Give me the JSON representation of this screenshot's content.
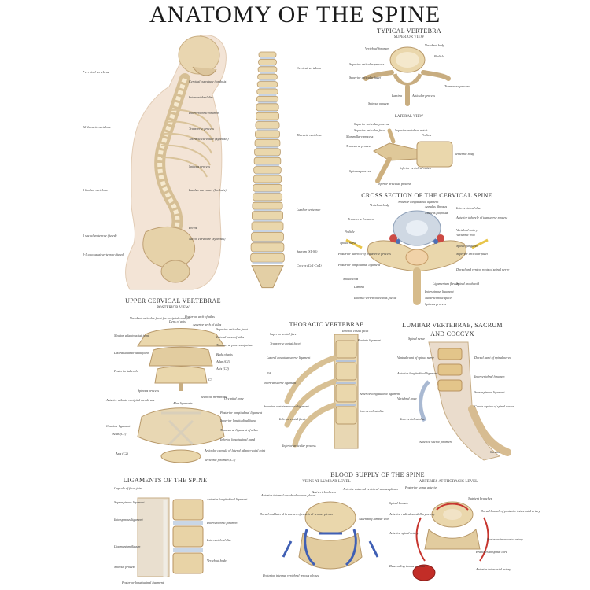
{
  "title": "ANATOMY OF THE SPINE",
  "typical": {
    "heading": "TYPICAL VERTEBRA",
    "superior": "SUPERIOR VIEW",
    "lateral": "LATERAL VIEW",
    "sup_labels": [
      "Vertebral foramen",
      "Vertebral body",
      "Pedicle",
      "Superior articular process",
      "Transverse process",
      "Lamina",
      "Superior articular facet",
      "Articular process",
      "Spinous process"
    ],
    "lat_labels": [
      "Superior articular process",
      "Superior articular facet",
      "Mammillary process",
      "Transverse process",
      "Superior vertebral notch",
      "Pedicle",
      "Vertebral body",
      "Spinous process",
      "Inferior vertebral notch",
      "Inferior articular process"
    ]
  },
  "lateral_spine": {
    "left_labels": [
      "7 cervical vertebrae",
      "12 thoracic vertebrae",
      "5 lumbar vertebrae",
      "5 sacral vertebrae (fused)",
      "3-5 coccygeal vertebrae (fused)"
    ],
    "right_labels": [
      "Cervical curvature (lordosis)",
      "Intervertebral disc",
      "Intervertebral foramen",
      "Transverse process",
      "Thoracic curvature (kyphosis)",
      "Spinous process",
      "Lumbar curvature (lordosis)",
      "Pelvis",
      "Sacral curvature (kyphosis)"
    ]
  },
  "anterior_spine": {
    "labels": [
      "Cervical vertebrae",
      "Thoracic vertebrae",
      "Lumbar vertebrae",
      "Sacrum (S1-S5)",
      "Coccyx (Co1-Co4)"
    ]
  },
  "cross_section": {
    "heading": "CROSS SECTION OF THE CERVICAL SPINE",
    "labels": [
      "Vertebral body",
      "Anterior longitudinal ligament",
      "Annulus fibrosus",
      "Nucleus pulposus",
      "Intervertebral disc",
      "Transverse foramen",
      "Anterior tubercle of transverse process",
      "Vertebral artery",
      "Vertebral vein",
      "Pedicle",
      "Spinal nerve",
      "Spinal ganglion",
      "Posterior tubercle of transverse process",
      "Posterior longitudinal ligament",
      "Superior articular facet",
      "Spinal cord",
      "Dorsal and ventral roots of spinal nerve",
      "Lamina",
      "Ligamentum flavum",
      "Spinal arachnoid",
      "Interspinous ligament",
      "Spinous process",
      "Subarachnoid space",
      "Internal vertebral venous plexus"
    ]
  },
  "upper_cervical": {
    "heading": "UPPER CERVICAL VERTEBRAE",
    "sub": "POSTERIOR VIEW",
    "labels": [
      "Vertebral articular facet for occipital condyle",
      "Posterior arch of atlas",
      "Median atlanto-axial joint",
      "Lateral atlanto-axial joint",
      "Posterior tubercle",
      "Spinous process",
      "Dens of axis",
      "Anterior arch of atlas",
      "Superior articular facet",
      "Lateral mass of atlas",
      "Transverse process of atlas",
      "Body of axis",
      "Atlas (C1)",
      "Axis (C2)",
      "C3",
      "Alar ligaments",
      "Anterior atlanto-occipital membrane",
      "Atlas (C1)",
      "Axis (C2)",
      "Cruciate ligament",
      "Tectorial membrane",
      "Posterior longitudinal ligament",
      "Superior longitudinal band",
      "Transverse ligament of atlas",
      "Inferior longitudinal band",
      "Articular capsule of lateral atlanto-axial joint",
      "Occipital bone",
      "Vertebral foramen (C3)"
    ]
  },
  "thoracic": {
    "heading": "THORACIC VERTEBRAE",
    "labels": [
      "Superior costal facet",
      "Transverse costal facet",
      "Inferior costal facet",
      "Radiate ligament",
      "Lateral costotransverse ligament",
      "Rib",
      "Intertransverse ligament",
      "Superior costotransverse ligament",
      "Anterior longitudinal ligament",
      "Intervertebral disc",
      "Inferior costal facet",
      "Inferior articular process"
    ]
  },
  "lumbar": {
    "heading": "LUMBAR VERTEBRAE, SACRUM AND COCCYX",
    "labels": [
      "Spinal nerve",
      "Ventral rami of spinal nerve",
      "Anterior longitudinal ligament",
      "Vertebral body",
      "Intervertebral disc",
      "Dorsal rami of spinal nerve",
      "Intervertebral foramen",
      "Supraspinous ligament",
      "Cauda equina of spinal nerves",
      "Anterior sacral foramen",
      "Sacrum"
    ]
  },
  "ligaments": {
    "heading": "LIGAMENTS OF THE SPINE",
    "labels": [
      "Capsule of facet joint",
      "Supraspinous ligament",
      "Interspinous ligament",
      "Ligamentum flavum",
      "Spinous process",
      "Posterior longitudinal ligament",
      "Anterior longitudinal ligament",
      "Intervertebral foramen",
      "Intervertebral disc",
      "Vertebral body"
    ]
  },
  "blood": {
    "heading": "BLOOD SUPPLY OF THE SPINE",
    "veins_sub": "VEINS AT LUMBAR LEVEL",
    "arteries_sub": "ARTERIES AT THORACIC LEVEL",
    "vein_labels": [
      "Anterior internal vertebral venous plexus",
      "Basivertebral vein",
      "Anterior external vertebral venous plexus",
      "Ascending lumbar vein",
      "Dorsal and lateral branches of vertebral venous plexus",
      "Posterior internal vertebral venous plexus"
    ],
    "artery_labels": [
      "Posterior spinal arteries",
      "Nutrient branches",
      "Spinal branch",
      "Anterior radiculomedullary artery",
      "Anterior spinal artery",
      "Dorsal branch of posterior intercostal artery",
      "Posterior intercostal artery",
      "Branches to spinal cord",
      "Descending thoracic aorta",
      "Anterior intercostal artery"
    ]
  }
}
